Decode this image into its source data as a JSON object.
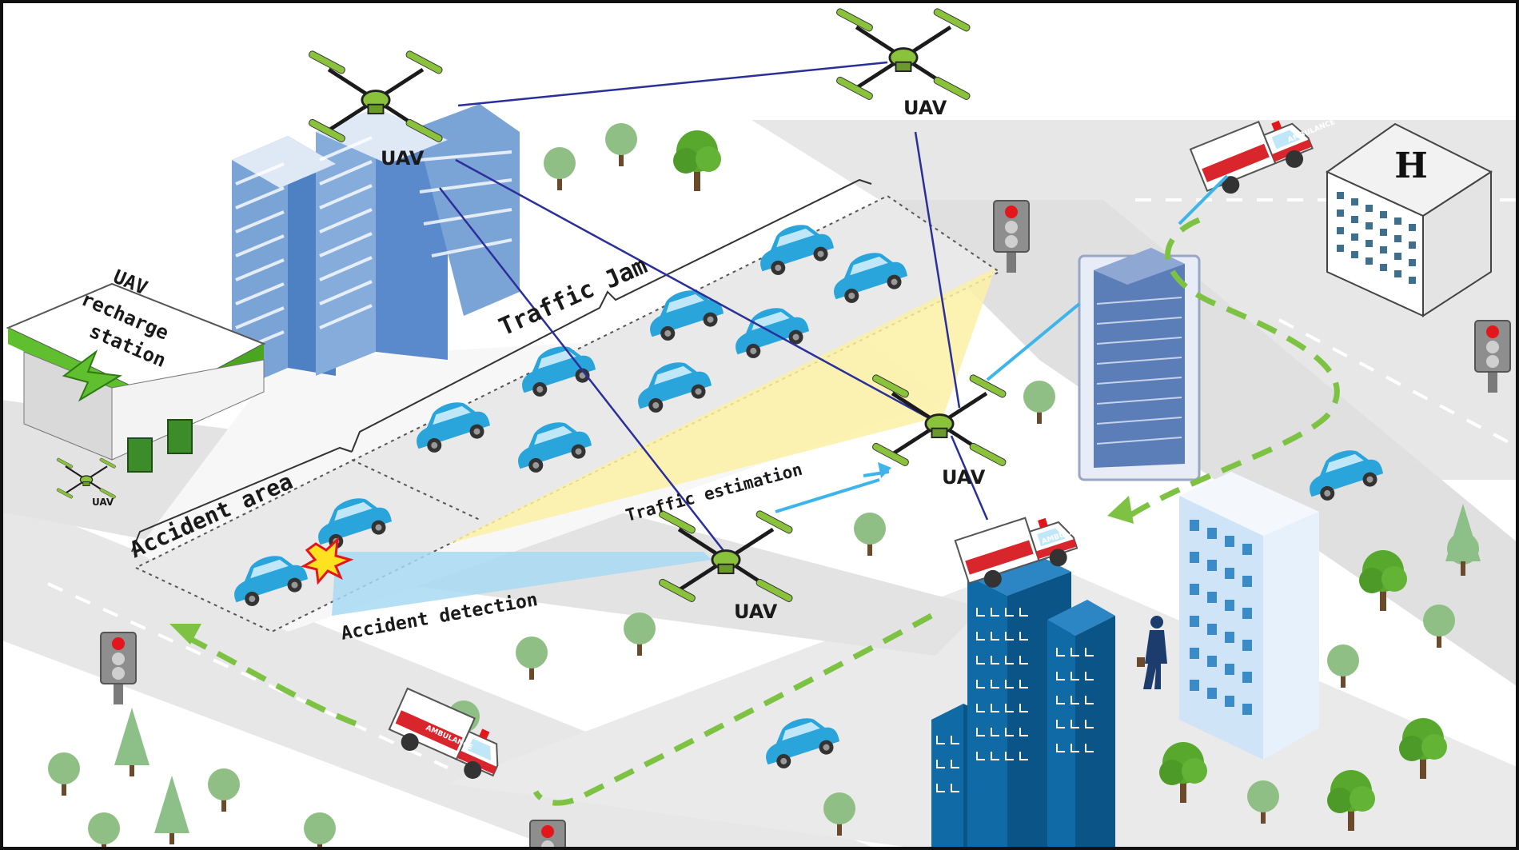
{
  "labels": {
    "uav": "UAV",
    "recharge_line1": "UAV",
    "recharge_line2": "recharge",
    "recharge_line3": "station",
    "traffic_jam": "Traffic Jam",
    "accident_area": "Accident area",
    "traffic_estimation": "Traffic estimation",
    "accident_detection": "Accident detection",
    "hospital_mark": "H",
    "ambulance": "AMBULANCE"
  },
  "colors": {
    "road": "#e7e7e7",
    "road_edge": "#d2d2d2",
    "lot": "#f7f7f7",
    "car": "#2aa5dc",
    "car_dark": "#1a7fb2",
    "uav_link": "#2b2f9a",
    "data_link": "#3db4ea",
    "ambulance_route": "#7dc242",
    "estimation_cone": "#fbf1a6",
    "detection_cone": "#a7d9f2",
    "station_green": "#5fbf2f",
    "building_blue": "#0f6aa6",
    "tree": "#58a82e",
    "signal_red": "#e3161b"
  },
  "icons": [
    "uav-drone-icon",
    "traffic-light-icon",
    "ambulance-icon",
    "server-rack-icon",
    "hospital-building-icon",
    "tree-icon",
    "car-icon",
    "pedestrian-icon",
    "collision-burst-icon"
  ]
}
